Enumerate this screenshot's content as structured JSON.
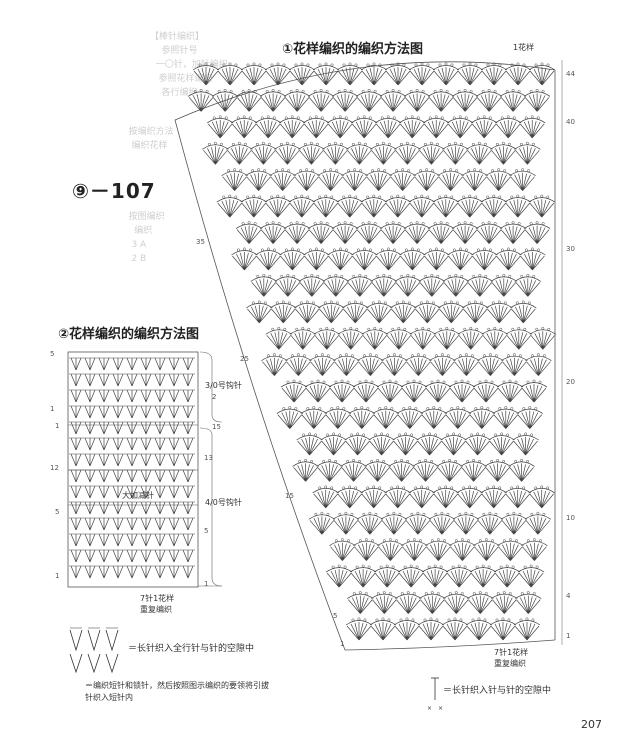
{
  "page": {
    "number": "207"
  },
  "pattern_id": "⑨－107",
  "diagram1": {
    "title": "①花样编织的编织方法图",
    "repeat_label": "1花样",
    "row_marks": [
      "44",
      "40",
      "30",
      "20",
      "10",
      "4",
      "1"
    ],
    "left_marks": [
      "35",
      "15",
      "5",
      "1"
    ],
    "bottom_note": [
      "7针1花样",
      "重复编织"
    ]
  },
  "diagram2": {
    "title": "②花样编织的编织方法图",
    "left_marks": [
      "5",
      "1",
      "1",
      "12",
      "5",
      "1"
    ],
    "right_marks": [
      "25",
      "2",
      "15",
      "13",
      "5",
      "1"
    ],
    "hook_a": "3/0号钩针",
    "hook_b": "4/0号钩针",
    "mid_label": "大加减针",
    "bottom_note": [
      "7针1花样",
      "重复编织"
    ]
  },
  "legend": {
    "item1": "＝长针织入全行针与针的空隙中",
    "item2": "＝编织短针和锁针，然后按照图示编织的要领将引拔针织入短针内",
    "item3": "＝长针织入针与针的空隙中"
  },
  "icons": [
    "fan-stitch-icon",
    "long-stitch-icon",
    "slip-stitch-icon"
  ]
}
